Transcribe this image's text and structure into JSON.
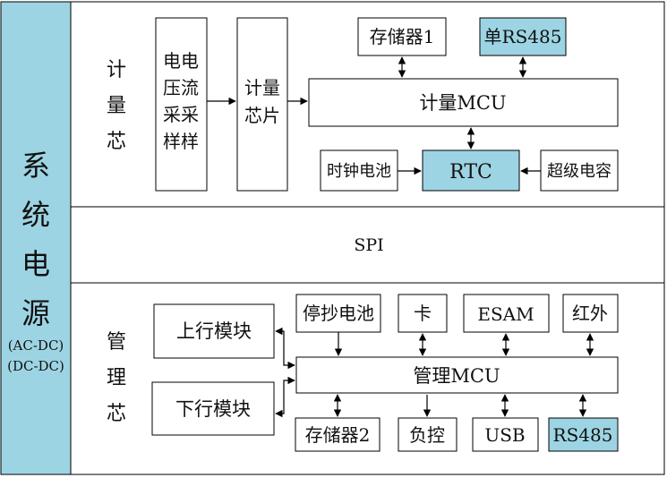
{
  "power_panel": {
    "title_chars": [
      "系",
      "统",
      "电",
      "源"
    ],
    "sub1": "(AC-DC)",
    "sub2": "(DC-DC)",
    "color": "#9dd4e3"
  },
  "metering": {
    "side_label_chars": [
      "计",
      "量",
      "芯"
    ],
    "sampling_lines": [
      "电电",
      "压流",
      "采采",
      "样样"
    ],
    "chip_lines": [
      "计量",
      "芯片"
    ],
    "storage1": "存储器1",
    "rs485_single": "单RS485",
    "mcu": "计量MCU",
    "clock_battery": "时钟电池",
    "rtc": "RTC",
    "supercap": "超级电容"
  },
  "spi": {
    "label": "SPI"
  },
  "management": {
    "side_label_chars": [
      "管",
      "理",
      "芯"
    ],
    "uplink": "上行模块",
    "downlink": "下行模块",
    "standby_battery": "停抄电池",
    "card": "卡",
    "esam": "ESAM",
    "infrared": "红外",
    "mcu": "管理MCU",
    "storage2": "存储器2",
    "load_control": "负控",
    "usb": "USB",
    "rs485": "RS485"
  },
  "colors": {
    "highlight": "#9dd4e3",
    "line": "#000000"
  }
}
